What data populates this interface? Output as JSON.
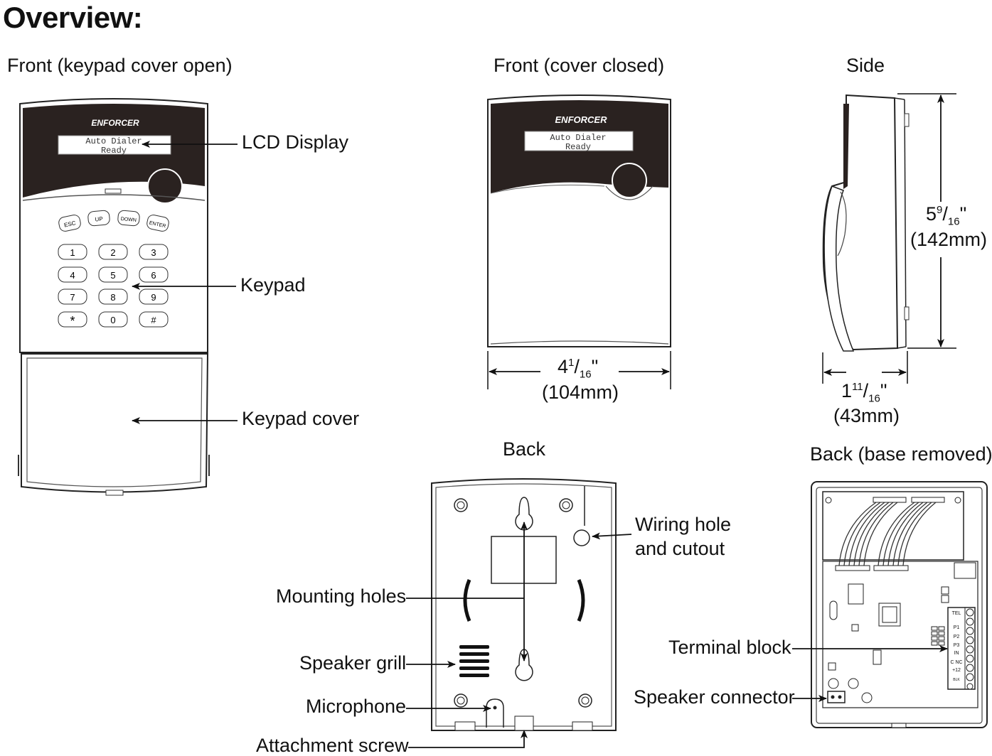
{
  "title": "Overview:",
  "captions": {
    "front_open": "Front (keypad cover open)",
    "front_closed": "Front (cover closed)",
    "side": "Side",
    "back": "Back",
    "back_base_removed": "Back (base removed)"
  },
  "device": {
    "brand": "ENFORCER",
    "lcd_line1": "Auto Dialer",
    "lcd_line2": "Ready",
    "nav_keys": [
      "ESC",
      "UP",
      "DOWN",
      "ENTER"
    ],
    "keys": [
      "1",
      "2",
      "3",
      "4",
      "5",
      "6",
      "7",
      "8",
      "9",
      "*",
      "0",
      "#"
    ]
  },
  "callouts": {
    "lcd_display": "LCD Display",
    "keypad": "Keypad",
    "keypad_cover": "Keypad cover",
    "wiring_hole_1": "Wiring hole",
    "wiring_hole_2": "and cutout",
    "mounting_holes": "Mounting holes",
    "speaker_grill": "Speaker grill",
    "microphone": "Microphone",
    "attachment_screw": "Attachment screw",
    "terminal_block": "Terminal block",
    "speaker_connector": "Speaker connector"
  },
  "dimensions": {
    "width_whole": "4",
    "width_num": "1",
    "width_den": "16",
    "width_mm": "(104mm)",
    "height_whole": "5",
    "height_num": "9",
    "height_den": "16",
    "height_mm": "(142mm)",
    "depth_whole": "1",
    "depth_num": "11",
    "depth_den": "16",
    "depth_mm": "(43mm)",
    "inch_mark": "\""
  },
  "terminals": [
    "TEL",
    "P1",
    "P2",
    "P3",
    "IN",
    "C NC",
    "+12",
    "BLK"
  ]
}
